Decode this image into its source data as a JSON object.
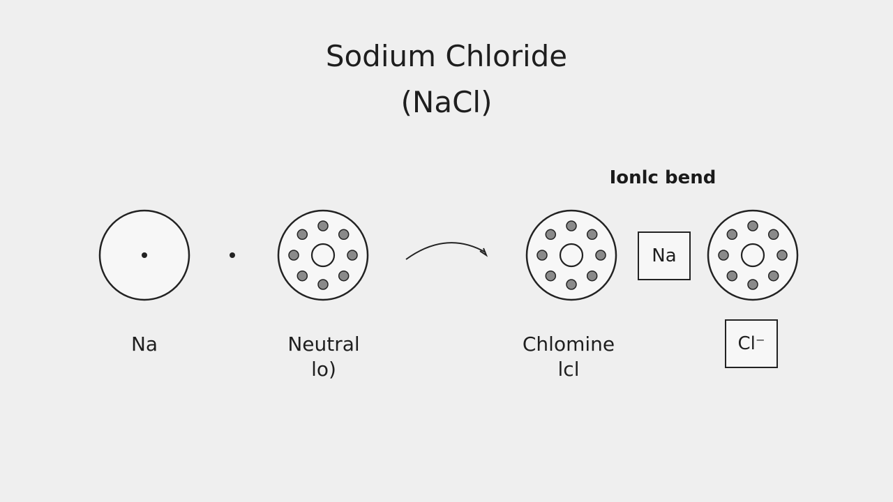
{
  "title": {
    "line1": "Sodium Chloride",
    "line2": "(NaCl)"
  },
  "bond_label": "Ionlc bend",
  "atoms": [
    {
      "id": "na-atom",
      "label_lines": [
        "Na"
      ]
    },
    {
      "id": "neutral-atom",
      "label_lines": [
        "Neutral",
        "lo)"
      ]
    },
    {
      "id": "chlorine-atom",
      "label_lines": [
        "Chlomine",
        "lcl"
      ]
    },
    {
      "id": "chloride-ion",
      "label_lines": []
    }
  ],
  "ion_boxes": {
    "sodium_ion": "Na⁲",
    "chloride_ion": "Cl⁻"
  },
  "colors": {
    "background": "#efefef",
    "stroke": "#222222",
    "electron_fill": "#8a8a8a",
    "atom_fill": "#f7f7f7"
  }
}
